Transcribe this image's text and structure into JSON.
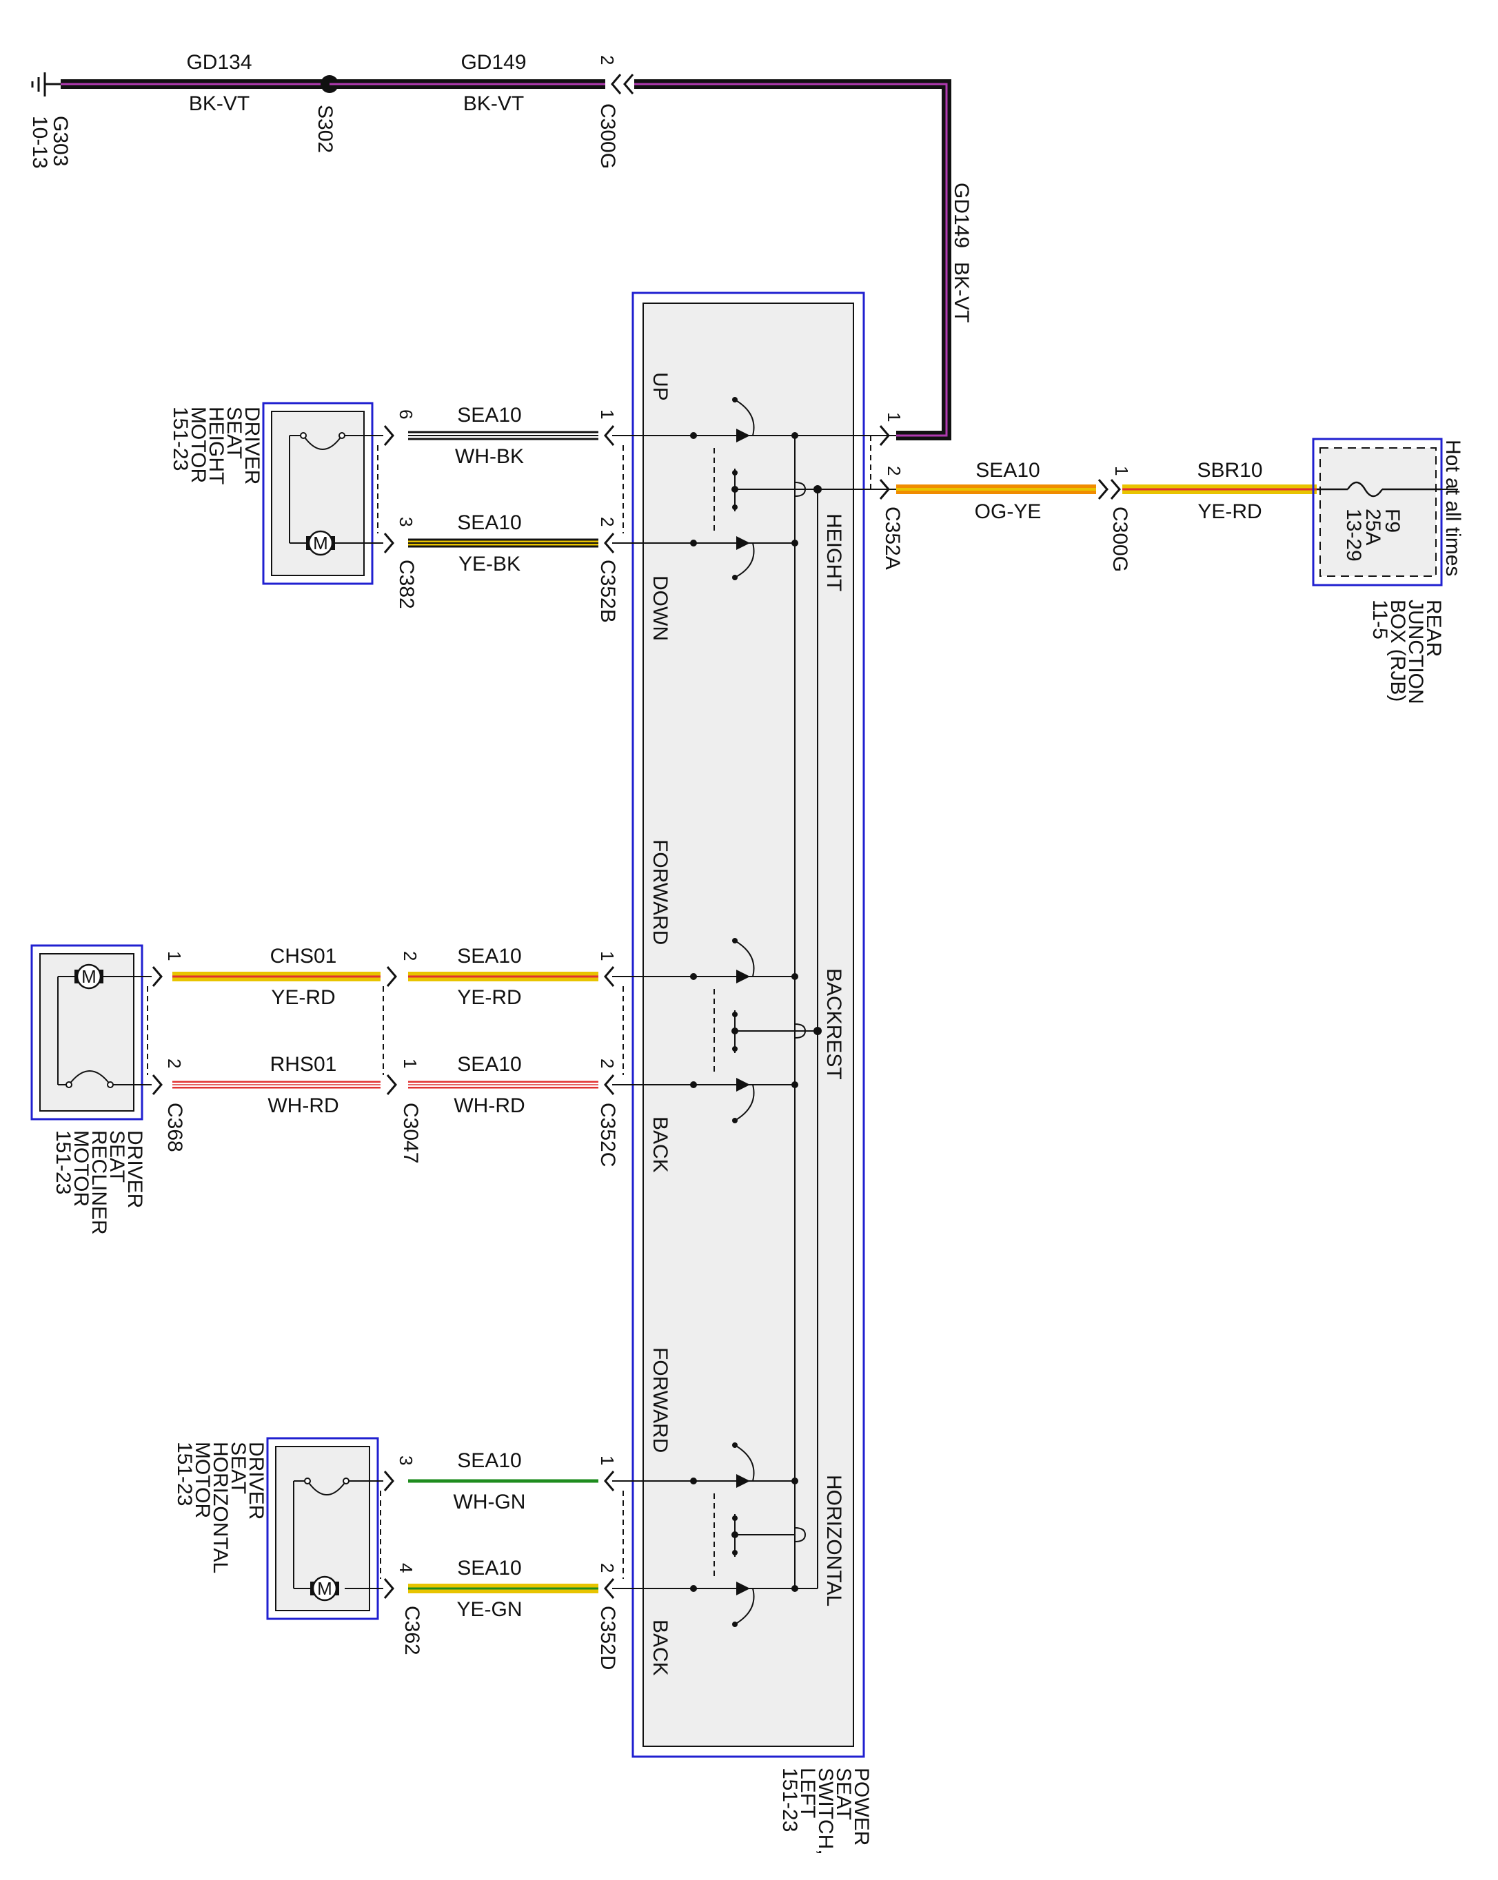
{
  "ground": {
    "id": "G303",
    "page": "10-13"
  },
  "splice": {
    "id": "S302"
  },
  "top_circuits": [
    {
      "circuit": "GD134",
      "color": "BK-VT"
    },
    {
      "circuit": "GD149",
      "color": "BK-VT"
    }
  ],
  "connectors": {
    "c300g_top": {
      "name": "C300G",
      "pin": "2"
    },
    "c352a": {
      "name": "C352A",
      "pin_top": "1",
      "pin_bottom": "2"
    },
    "c300g_right": {
      "name": "C300G",
      "pin": "1"
    },
    "c352b": {
      "name": "C352B",
      "pin_top": "1",
      "pin_bottom": "2"
    },
    "c382": {
      "name": "C382",
      "pin_top": "6",
      "pin_bottom": "3"
    },
    "c352c": {
      "name": "C352C",
      "pin_top": "1",
      "pin_bottom": "2"
    },
    "c3047": {
      "name": "C3047",
      "pin_top": "2",
      "pin_bottom": "1"
    },
    "c368": {
      "name": "C368",
      "pin_top": "1",
      "pin_bottom": "2"
    },
    "c352d": {
      "name": "C352D",
      "pin_top": "1",
      "pin_bottom": "2"
    },
    "c362": {
      "name": "C362",
      "pin_top": "3",
      "pin_bottom": "4"
    }
  },
  "vertical_wire": {
    "circuit": "GD149",
    "color": "BK-VT"
  },
  "power_wires": [
    {
      "circuit": "SEA10",
      "color": "OG-YE"
    },
    {
      "circuit": "SBR10",
      "color": "YE-RD"
    }
  ],
  "rjb": {
    "fuse": "F9",
    "rating": "25A",
    "page": "13-29",
    "name_lines": [
      "REAR",
      "JUNCTION",
      "BOX (RJB)",
      "11-5"
    ],
    "hot_label": "Hot at all times"
  },
  "switch": {
    "name_lines": [
      "POWER",
      "SEAT",
      "SWITCH,",
      "LEFT",
      "151-23"
    ],
    "height": {
      "title": "HEIGHT",
      "up": "UP",
      "down": "DOWN"
    },
    "backrest": {
      "title": "BACKREST",
      "forward": "FORWARD",
      "back": "BACK"
    },
    "horizontal": {
      "title": "HORIZONTAL",
      "forward": "FORWARD",
      "back": "BACK"
    }
  },
  "height_motor": {
    "name_lines": [
      "DRIVER",
      "SEAT",
      "HEIGHT",
      "MOTOR",
      "151-23"
    ],
    "wires": [
      {
        "circuit": "SEA10",
        "color": "WH-BK"
      },
      {
        "circuit": "SEA10",
        "color": "YE-BK"
      }
    ]
  },
  "recliner_motor": {
    "name_lines": [
      "DRIVER",
      "SEAT",
      "RECLINER",
      "MOTOR",
      "151-23"
    ],
    "wires_left": [
      {
        "circuit": "CHS01",
        "color": "YE-RD"
      },
      {
        "circuit": "RHS01",
        "color": "WH-RD"
      }
    ],
    "wires_right": [
      {
        "circuit": "SEA10",
        "color": "YE-RD"
      },
      {
        "circuit": "SEA10",
        "color": "WH-RD"
      }
    ]
  },
  "horizontal_motor": {
    "name_lines": [
      "DRIVER",
      "SEAT",
      "HORIZONTAL",
      "MOTOR",
      "151-23"
    ],
    "wires": [
      {
        "circuit": "SEA10",
        "color": "WH-GN"
      },
      {
        "circuit": "SEA10",
        "color": "YE-GN"
      }
    ]
  },
  "motor_symbol": "M",
  "colors": {
    "black": "#111111",
    "violet": "#b03ab0",
    "yellow": "#e8c400",
    "orange": "#f08c00",
    "red": "#e03030",
    "green": "#1e8c1e",
    "white": "#ffffff",
    "box_blue": "#2020d0",
    "box_fill": "#eeeeee"
  }
}
